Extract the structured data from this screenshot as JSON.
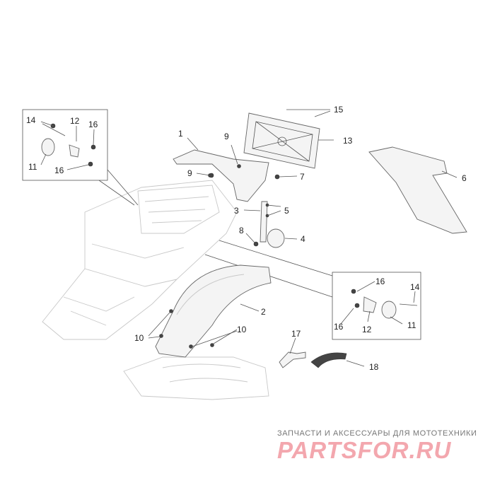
{
  "callouts": {
    "c1": "1",
    "c2": "2",
    "c3": "3",
    "c4": "4",
    "c5": "5",
    "c6": "6",
    "c7": "7",
    "c8": "8",
    "c9a": "9",
    "c9b": "9",
    "c10a": "10",
    "c10b": "10",
    "c11a": "11",
    "c11b": "11",
    "c12a": "12",
    "c12b": "12",
    "c13": "13",
    "c14a": "14",
    "c14b": "14",
    "c15": "15",
    "c16a": "16",
    "c16b": "16",
    "c16c": "16",
    "c16d": "16",
    "c17": "17",
    "c18": "18"
  },
  "watermark": {
    "tagline": "ЗАПЧАСТИ И АКСЕССУАРЫ ДЛЯ МОТОТЕХНИКИ",
    "logo": "PARTSFOR.RU"
  },
  "colors": {
    "line": "#555555",
    "ghost": "#c8c8c8",
    "logo": "#f3a7ae"
  }
}
